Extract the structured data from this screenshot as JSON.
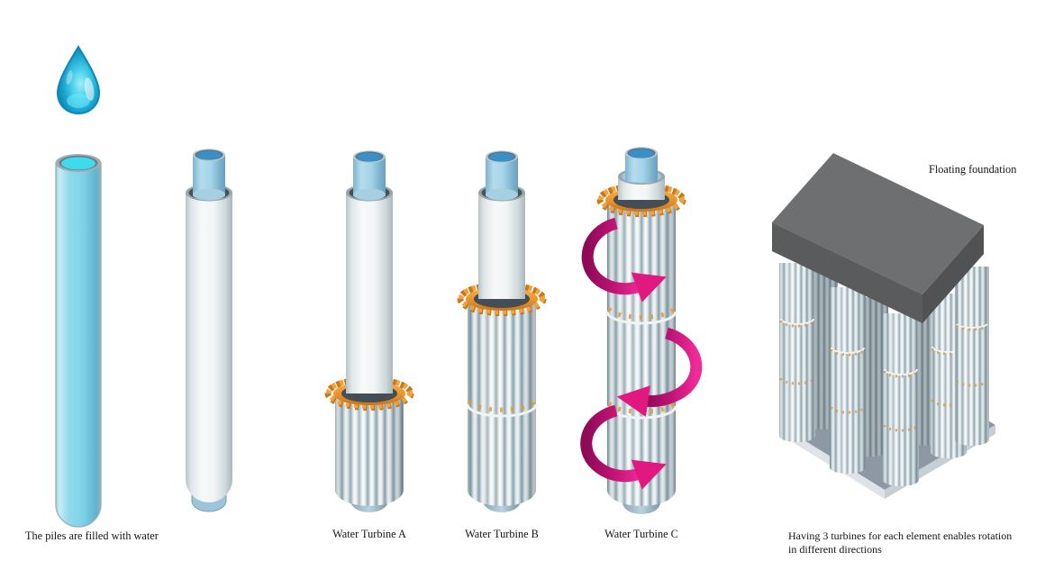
{
  "labels": {
    "piles_filled": "The piles are filled with water",
    "turbine_a": "Water Turbine A",
    "turbine_b": "Water Turbine B",
    "turbine_c": "Water Turbine C",
    "floating_foundation": "Floating foundation",
    "foundation_caption_line1": "Having 3 turbines for each element enables rotation",
    "foundation_caption_line2": "in different directions"
  },
  "icons": {
    "water_drop": "glossy blue water droplet"
  },
  "colors": {
    "water_surface_cyan": "#3edbee",
    "pile_cyan": "#8fd9ec",
    "inner_water_blue": "#3a8fc7",
    "steel_white": "#f2f5f5",
    "turbine_gear_orange": "#ea9630",
    "rotation_arrow_magenta": "#cf1780",
    "foundation_slab_gray": "#6d6f71",
    "base_plate_gray": "#8e98a4",
    "background": "#ffffff"
  }
}
